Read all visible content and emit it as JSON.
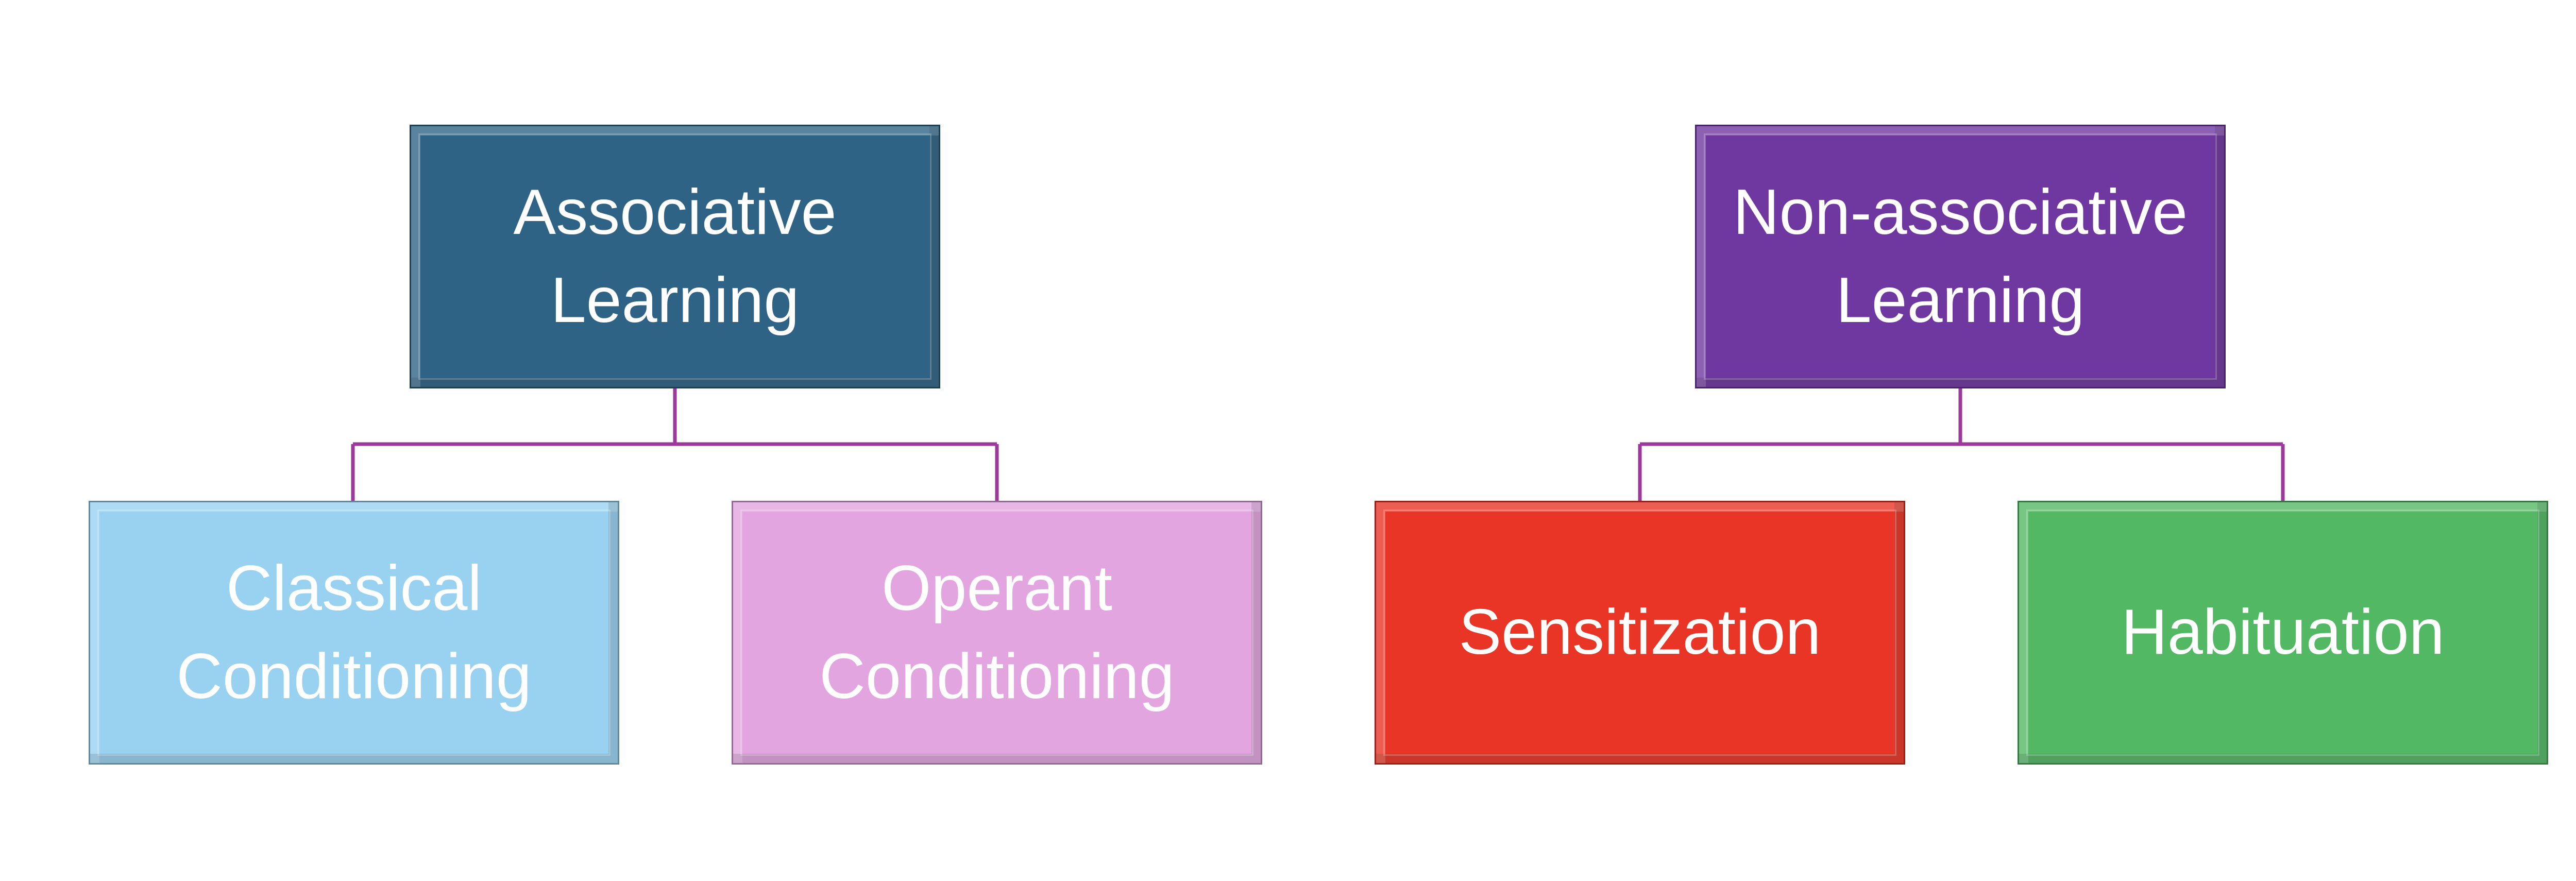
{
  "diagram": {
    "groups": [
      {
        "parent": {
          "label_line1": "Associative",
          "label_line2": "Learning",
          "color": "#2f6385"
        },
        "children": [
          {
            "label_line1": "Classical",
            "label_line2": "Conditioning",
            "color": "#99d1f1"
          },
          {
            "label_line1": "Operant",
            "label_line2": "Conditioning",
            "color": "#e2a5e0"
          }
        ]
      },
      {
        "parent": {
          "label_line1": "Non-associative",
          "label_line2": "Learning",
          "color": "#6f37a0"
        },
        "children": [
          {
            "label_line1": "Sensitization",
            "color": "#e83525"
          },
          {
            "label_line1": "Habituation",
            "color": "#53b864"
          }
        ]
      }
    ],
    "connector_color": "#9b3a9b"
  }
}
